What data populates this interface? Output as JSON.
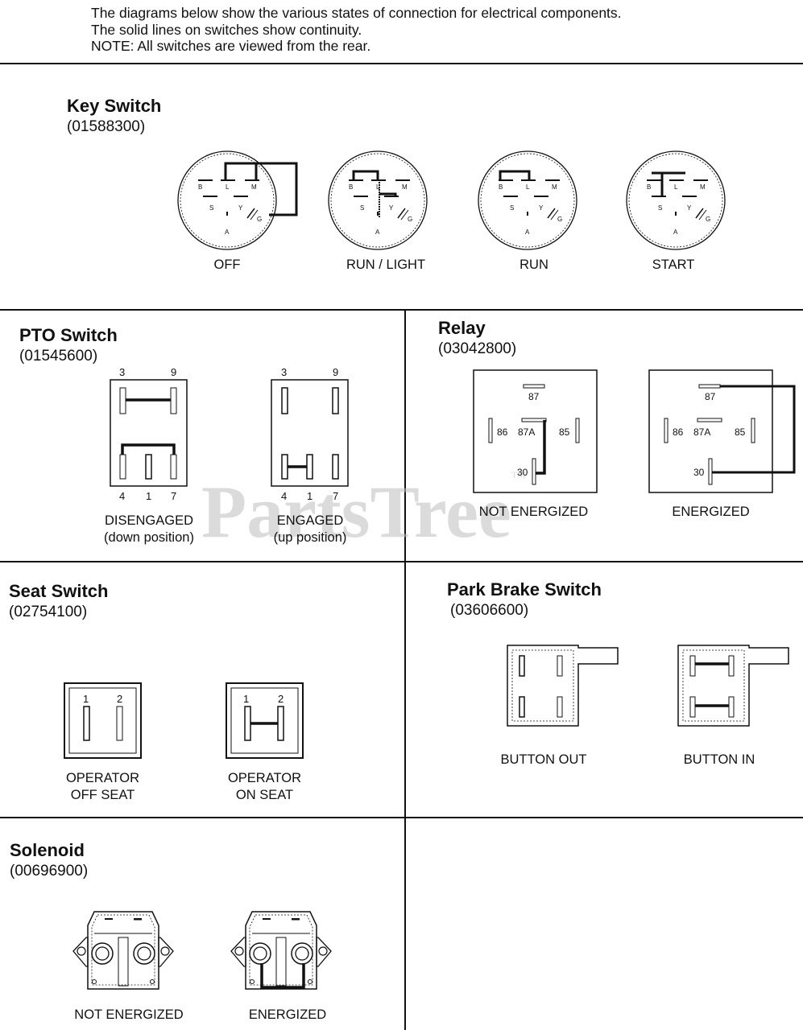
{
  "intro": {
    "line1": "The diagrams below show the various states of connection for electrical components.",
    "line2": "The solid lines on switches show continuity.",
    "line3": "NOTE:  All switches are viewed from the rear."
  },
  "key_switch": {
    "title": "Key Switch",
    "part": "(01588300)",
    "terminals": {
      "b": "B",
      "l": "L",
      "m": "M",
      "s": "S",
      "y": "Y",
      "g": "G",
      "a": "A"
    },
    "states": [
      "OFF",
      "RUN / LIGHT",
      "RUN",
      "START"
    ]
  },
  "pto_switch": {
    "title": "PTO Switch",
    "part": "(01545600)",
    "pins_top": [
      "3",
      "9"
    ],
    "pins_bottom": [
      "4",
      "1",
      "7"
    ],
    "state1": "DISENGAGED",
    "state1_sub": "(down position)",
    "state2": "ENGAGED",
    "state2_sub": "(up position)"
  },
  "relay": {
    "title": "Relay",
    "part": "(03042800)",
    "pins": {
      "p87": "87",
      "p86": "86",
      "p87a": "87A",
      "p85": "85",
      "p30": "30"
    },
    "states": [
      "NOT ENERGIZED",
      "ENERGIZED"
    ]
  },
  "seat_switch": {
    "title": "Seat Switch",
    "part": "(02754100)",
    "pins": [
      "1",
      "2"
    ],
    "state1_l1": "OPERATOR",
    "state1_l2": "OFF SEAT",
    "state2_l1": "OPERATOR",
    "state2_l2": "ON SEAT"
  },
  "park_brake": {
    "title": "Park Brake Switch",
    "part": "(03606600)",
    "states": [
      "BUTTON OUT",
      "BUTTON IN"
    ]
  },
  "solenoid": {
    "title": "Solenoid",
    "part": "(00696900)",
    "states": [
      "NOT ENERGIZED",
      "ENERGIZED"
    ]
  },
  "watermark": {
    "text": "PartsTree",
    "tm": "TM"
  }
}
